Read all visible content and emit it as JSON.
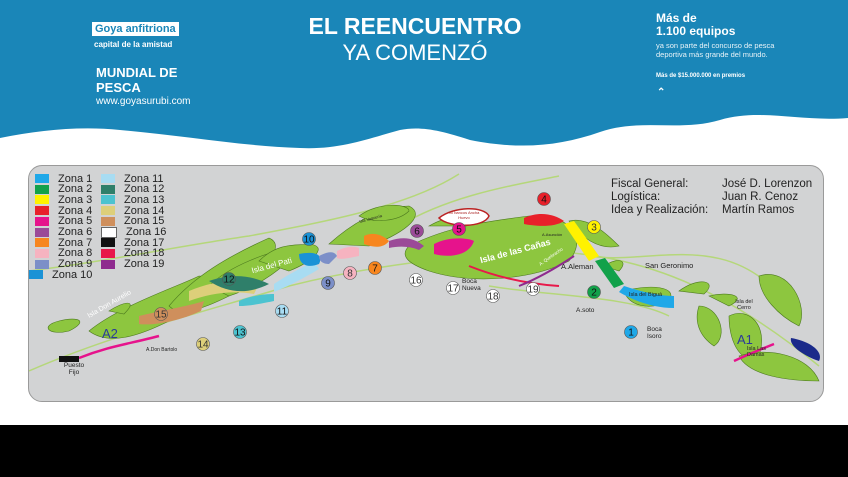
{
  "header": {
    "brand": "Goya anfitriona",
    "brand_sub": "capital de la amistad",
    "event": "MUNDIAL DE PESCA",
    "url": "www.goyasurubi.com",
    "title_line1": "EL REENCUENTRO",
    "title_line2": "YA COMENZÓ",
    "stat_line1": "Más de",
    "stat_line2": "1.100 equipos",
    "stat_desc": "ya son parte del concurso de pesca deportiva más grande del mundo.",
    "prize": "Más de $15.000.000 en premios",
    "chevron_icon": "double-chevron-up",
    "brand_color": "#1a86b8"
  },
  "legend": [
    {
      "label": "Zona 1",
      "color": "#1fa8e8"
    },
    {
      "label": "Zona 2",
      "color": "#12a14a"
    },
    {
      "label": "Zona 3",
      "color": "#fff200"
    },
    {
      "label": "Zona 4",
      "color": "#e8202a"
    },
    {
      "label": "Zona 5",
      "color": "#e6138c"
    },
    {
      "label": "Zona 6",
      "color": "#9b4a98"
    },
    {
      "label": "Zona 7",
      "color": "#f7861f"
    },
    {
      "label": "Zona 8",
      "color": "#f6b3c0"
    },
    {
      "label": "Zona 9",
      "color": "#7c8fc8"
    },
    {
      "label": "Zona 10",
      "color": "#1a92d6"
    },
    {
      "label": "Zona 11",
      "color": "#a8dcf2"
    },
    {
      "label": "Zona 12",
      "color": "#2f7f6a"
    },
    {
      "label": "Zona 13",
      "color": "#4cc3d0"
    },
    {
      "label": "Zona 14",
      "color": "#ddcf7a"
    },
    {
      "label": "Zona 15",
      "color": "#cf8f5c"
    },
    {
      "label": "Zona 16",
      "color": "#ffffff"
    },
    {
      "label": "Zona 17",
      "color": "#111111"
    },
    {
      "label": "Zona 18",
      "color": "#e8184a"
    },
    {
      "label": "Zona 19",
      "color": "#8e2a8e"
    }
  ],
  "credits": [
    {
      "role": "Fiscal General:",
      "name": "José D. Lorenzon"
    },
    {
      "role": "Logística:",
      "name": "Juan R. Cenoz"
    },
    {
      "role": "Idea y Realización:",
      "name": "Martín Ramos"
    }
  ],
  "places": {
    "isla_don_aurelio": "Isla Don Aurelio",
    "isla_del_pati": "Isla del Pati",
    "isla_vaqueria": "Isla Vaquería",
    "isla_de_las_canas": "Isla de las Cañas",
    "a_aleman": "A.Aleman",
    "a_quebracho": "A. Quebracho",
    "a_asuncion": "A.Asunción",
    "san_geronimo": "San Geronimo",
    "isla_del_bigua": "Isla del Biguá",
    "a_soto": "A.soto",
    "boca_isoro": "Boca Isoro",
    "isla_del_cerro": "Isla del Cerro",
    "isla_las_damas": "Isla Las Damas",
    "a_don_bartolo": "A.Don Bartolo",
    "puesto_fijo": "Puesto Fijo",
    "boca_nueva": "Boca Nueva",
    "bancos": "90 bancos Ancha Huevo",
    "a1": "A1",
    "a2": "A2"
  },
  "markers": [
    "1",
    "2",
    "3",
    "4",
    "5",
    "6",
    "7",
    "8",
    "9",
    "10",
    "11",
    "12",
    "13",
    "14",
    "15",
    "16",
    "17",
    "18",
    "19"
  ]
}
